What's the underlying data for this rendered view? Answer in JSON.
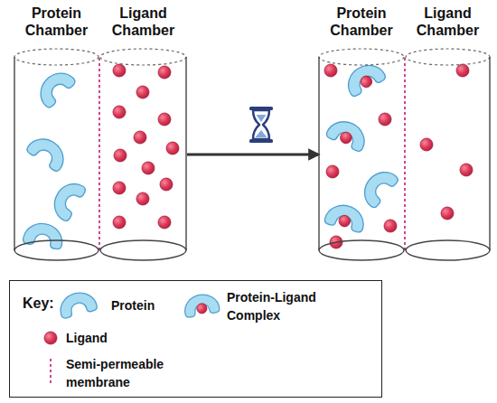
{
  "diagram": {
    "nodes": [
      {
        "text": [
          "Protein Chamber"
        ]
      },
      {
        "text": [
          "Ligand Chamber"
        ]
      },
      {
        "text": [
          "Protein Chamber"
        ]
      },
      {
        "text": [
          "Ligand Chamber"
        ]
      },
      {
        "text": [
          "Key:"
        ]
      }
    ],
    "edges": [
      {
        "from": 1,
        "to": 2,
        "arrow": "to"
      }
    ],
    "legend": [
      {
        "text": "Protein"
      },
      {
        "text": "Ligand"
      },
      {
        "text": "Protein-Ligand Complex"
      },
      {
        "text": "Semi-permeable membrane"
      }
    ]
  }
}
